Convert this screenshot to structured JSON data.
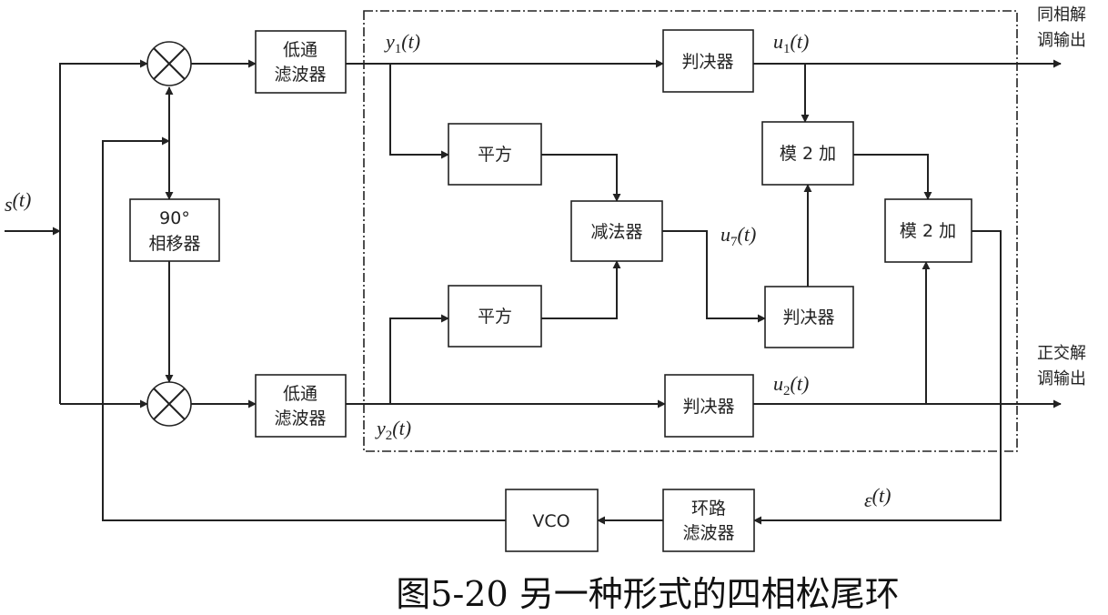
{
  "blocks": {
    "lpf_top": [
      "低通",
      "滤波器"
    ],
    "lpf_bottom": [
      "低通",
      "滤波器"
    ],
    "phase_shifter": [
      "90°",
      "相移器"
    ],
    "decision_u1": "判决器",
    "decision_u2": "判决器",
    "decision_u7": "判决器",
    "square_top": "平方",
    "square_bottom": "平方",
    "subtractor": "减法器",
    "mod2_top": "模 2 加",
    "mod2_right": "模 2 加",
    "vco": "VCO",
    "loop_filter": [
      "环路",
      "滤波器"
    ]
  },
  "signals": {
    "input": {
      "var": "s",
      "sub": "",
      "arg": "(t)"
    },
    "y1": {
      "var": "y",
      "sub": "1",
      "arg": "(t)"
    },
    "y2": {
      "var": "y",
      "sub": "2",
      "arg": "(t)"
    },
    "u1": {
      "var": "u",
      "sub": "1",
      "arg": "(t)"
    },
    "u2": {
      "var": "u",
      "sub": "2",
      "arg": "(t)"
    },
    "u7": {
      "var": "u",
      "sub": "7",
      "arg": "(t)"
    },
    "err": {
      "var": "ε",
      "sub": "",
      "arg": "(t)"
    }
  },
  "outputs": {
    "in_phase": [
      "同相解",
      "调输出"
    ],
    "quadrature": [
      "正交解",
      "调输出"
    ]
  },
  "caption": "图5-20 另一种形式的四相松尾环"
}
